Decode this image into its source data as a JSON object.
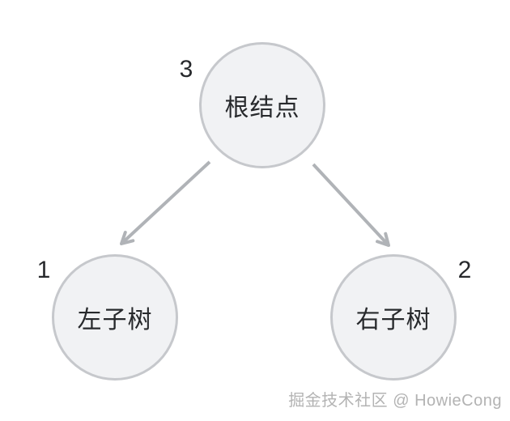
{
  "diagram": {
    "type": "binary-tree",
    "nodes": [
      {
        "id": "root",
        "label": "根结点",
        "order_number": "3",
        "position": "top-center"
      },
      {
        "id": "left",
        "label": "左子树",
        "order_number": "1",
        "position": "bottom-left"
      },
      {
        "id": "right",
        "label": "右子树",
        "order_number": "2",
        "position": "bottom-right"
      }
    ],
    "edges": [
      {
        "from": "root",
        "to": "left",
        "style": "arrow"
      },
      {
        "from": "root",
        "to": "right",
        "style": "arrow"
      }
    ]
  },
  "watermark": {
    "text": "掘金技术社区 @ HowieCong"
  },
  "colors": {
    "node-fill": "#f1f2f4",
    "node-border": "#c6c8cc",
    "text": "#27292c",
    "arrow": "#b0b3b7",
    "watermark": "#b3b3b3",
    "background": "#ffffff"
  }
}
